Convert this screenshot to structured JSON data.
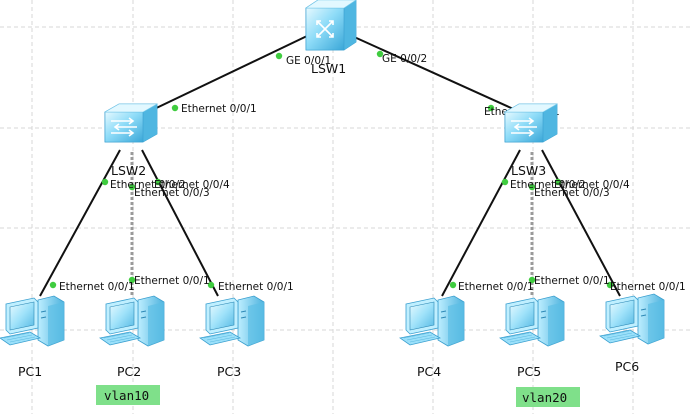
{
  "colors": {
    "grid": "#d7d7d7",
    "link": "#111111",
    "link_dashed": "#9a9a9a",
    "port_dot": "#3fcc3f",
    "device_light": "#c9f0ff",
    "device_mid": "#7fd4f5",
    "device_dark": "#3aa7d8",
    "vlan_bg": "#7fe08a"
  },
  "devices": {
    "lsw1": {
      "label": "LSW1",
      "icon": "core-switch-icon"
    },
    "lsw2": {
      "label": "LSW2",
      "icon": "access-switch-icon"
    },
    "lsw3": {
      "label": "LSW3",
      "icon": "access-switch-icon"
    },
    "pc1": {
      "label": "PC1",
      "icon": "pc-icon"
    },
    "pc2": {
      "label": "PC2",
      "icon": "pc-icon"
    },
    "pc3": {
      "label": "PC3",
      "icon": "pc-icon"
    },
    "pc4": {
      "label": "PC4",
      "icon": "pc-icon"
    },
    "pc5": {
      "label": "PC5",
      "icon": "pc-icon"
    },
    "pc6": {
      "label": "PC6",
      "icon": "pc-icon"
    }
  },
  "ports": {
    "lsw1_left": "GE 0/0/1",
    "lsw1_right": "GE 0/0/2",
    "lsw2_up": "Ethernet 0/0/1",
    "lsw3_up": "Ethernet 0/0/1",
    "lsw2_e2": "Ethernet 0/0/2",
    "lsw2_e3": "Ethernet 0/0/3",
    "lsw2_e4": "Ethernet 0/0/4",
    "lsw3_e2": "Ethernet 0/0/2",
    "lsw3_e3": "Ethernet 0/0/3",
    "lsw3_e4": "Ethernet 0/0/4",
    "pc1_e1": "Ethernet 0/0/1",
    "pc2_e1": "Ethernet 0/0/1",
    "pc3_e1": "Ethernet 0/0/1",
    "pc4_e1": "Ethernet 0/0/1",
    "pc5_e1": "Ethernet 0/0/1",
    "pc6_e1": "Ethernet 0/0/1"
  },
  "vlans": {
    "left": "vlan10",
    "right": "vlan20"
  }
}
